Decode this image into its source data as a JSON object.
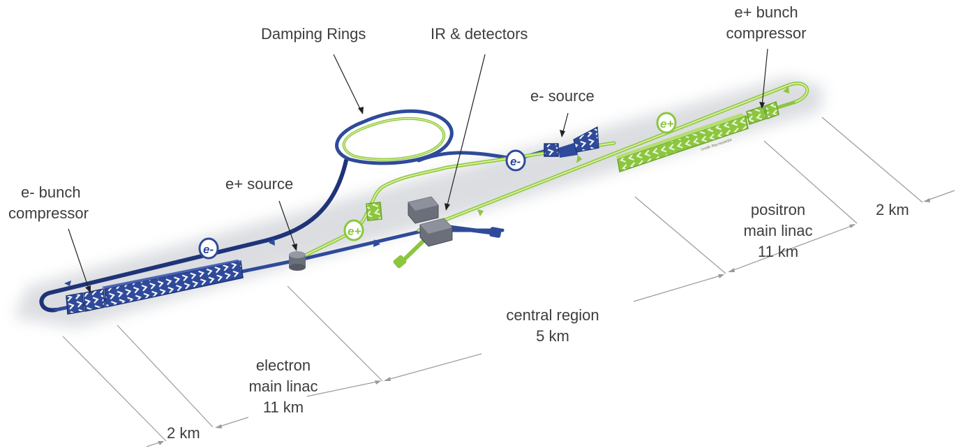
{
  "colors": {
    "electron": "#2f4a9a",
    "electron_dark": "#1e3378",
    "positron": "#8cc63f",
    "positron_light": "#d9ef9a",
    "hall": "#6b6f7a",
    "dim_line": "#9a9a9a",
    "label": "#3d3d3d"
  },
  "labels": {
    "damping_rings": "Damping Rings",
    "ir_detectors": "IR & detectors",
    "e_plus_bunch_compressor": [
      "e+ bunch",
      "compressor"
    ],
    "e_minus_source": "e- source",
    "e_plus_source": "e+ source",
    "e_minus_bunch_compressor": [
      "e- bunch",
      "compressor"
    ],
    "positron_main_linac": [
      "positron",
      "main linac",
      "11 km"
    ],
    "central_region": [
      "central region",
      "5 km"
    ],
    "electron_main_linac": [
      "electron",
      "main linac",
      "11 km"
    ],
    "km_right": "2 km",
    "km_left": "2 km",
    "credit": "Credit: Rey.Hori/KEK"
  },
  "badges": {
    "electron": "e-",
    "positron": "e+"
  }
}
